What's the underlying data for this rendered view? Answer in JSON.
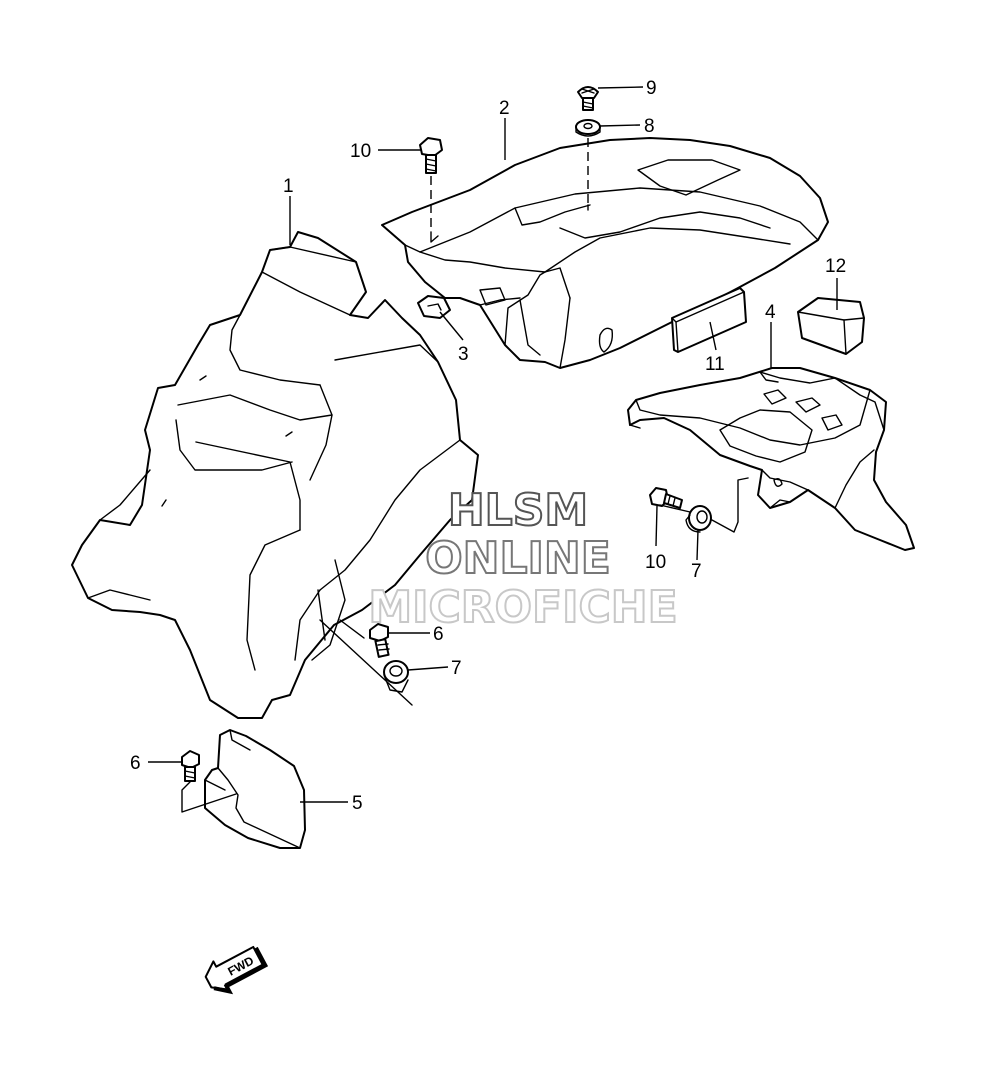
{
  "callouts": {
    "c1": "1",
    "c2": "2",
    "c3": "3",
    "c4": "4",
    "c5": "5",
    "c6a": "6",
    "c6b": "6",
    "c7a": "7",
    "c7b": "7",
    "c8": "8",
    "c9": "9",
    "c10a": "10",
    "c10b": "10",
    "c11": "11",
    "c12": "12"
  },
  "fwd_label": "FWD",
  "watermark": {
    "line1": "HLSM",
    "line2": "ONLINE",
    "line3": "MICROFICHE"
  },
  "colors": {
    "line": "#000000",
    "background": "#ffffff",
    "watermark_dark": "#555555",
    "watermark_light": "#c8c8c8"
  }
}
